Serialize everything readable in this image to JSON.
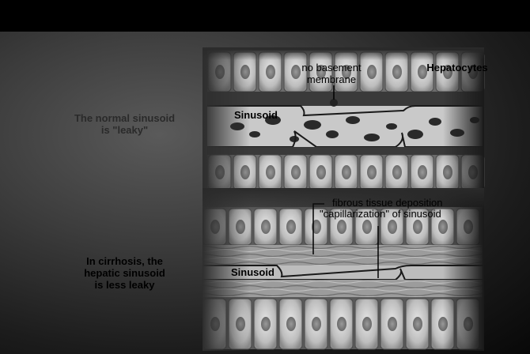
{
  "normal": {
    "side_caption_line1": "The normal sinusoid",
    "side_caption_line2": "is \"leaky\"",
    "no_basement_line1": "no basement",
    "no_basement_line2": "membrane",
    "hepatocyte_label": "Hepatocytes",
    "sinusoid_label": "Sinusoid"
  },
  "cirrhosis": {
    "side_caption_line1": "In cirrhosis, the",
    "side_caption_line2": "hepatic  sinusoid",
    "side_caption_line3": "is less leaky",
    "fibrous_label": "fibrous tissue deposition",
    "capillarization_label": "\"capillarization\" of sinusoid",
    "sinusoid_label": "Sinusoid"
  }
}
